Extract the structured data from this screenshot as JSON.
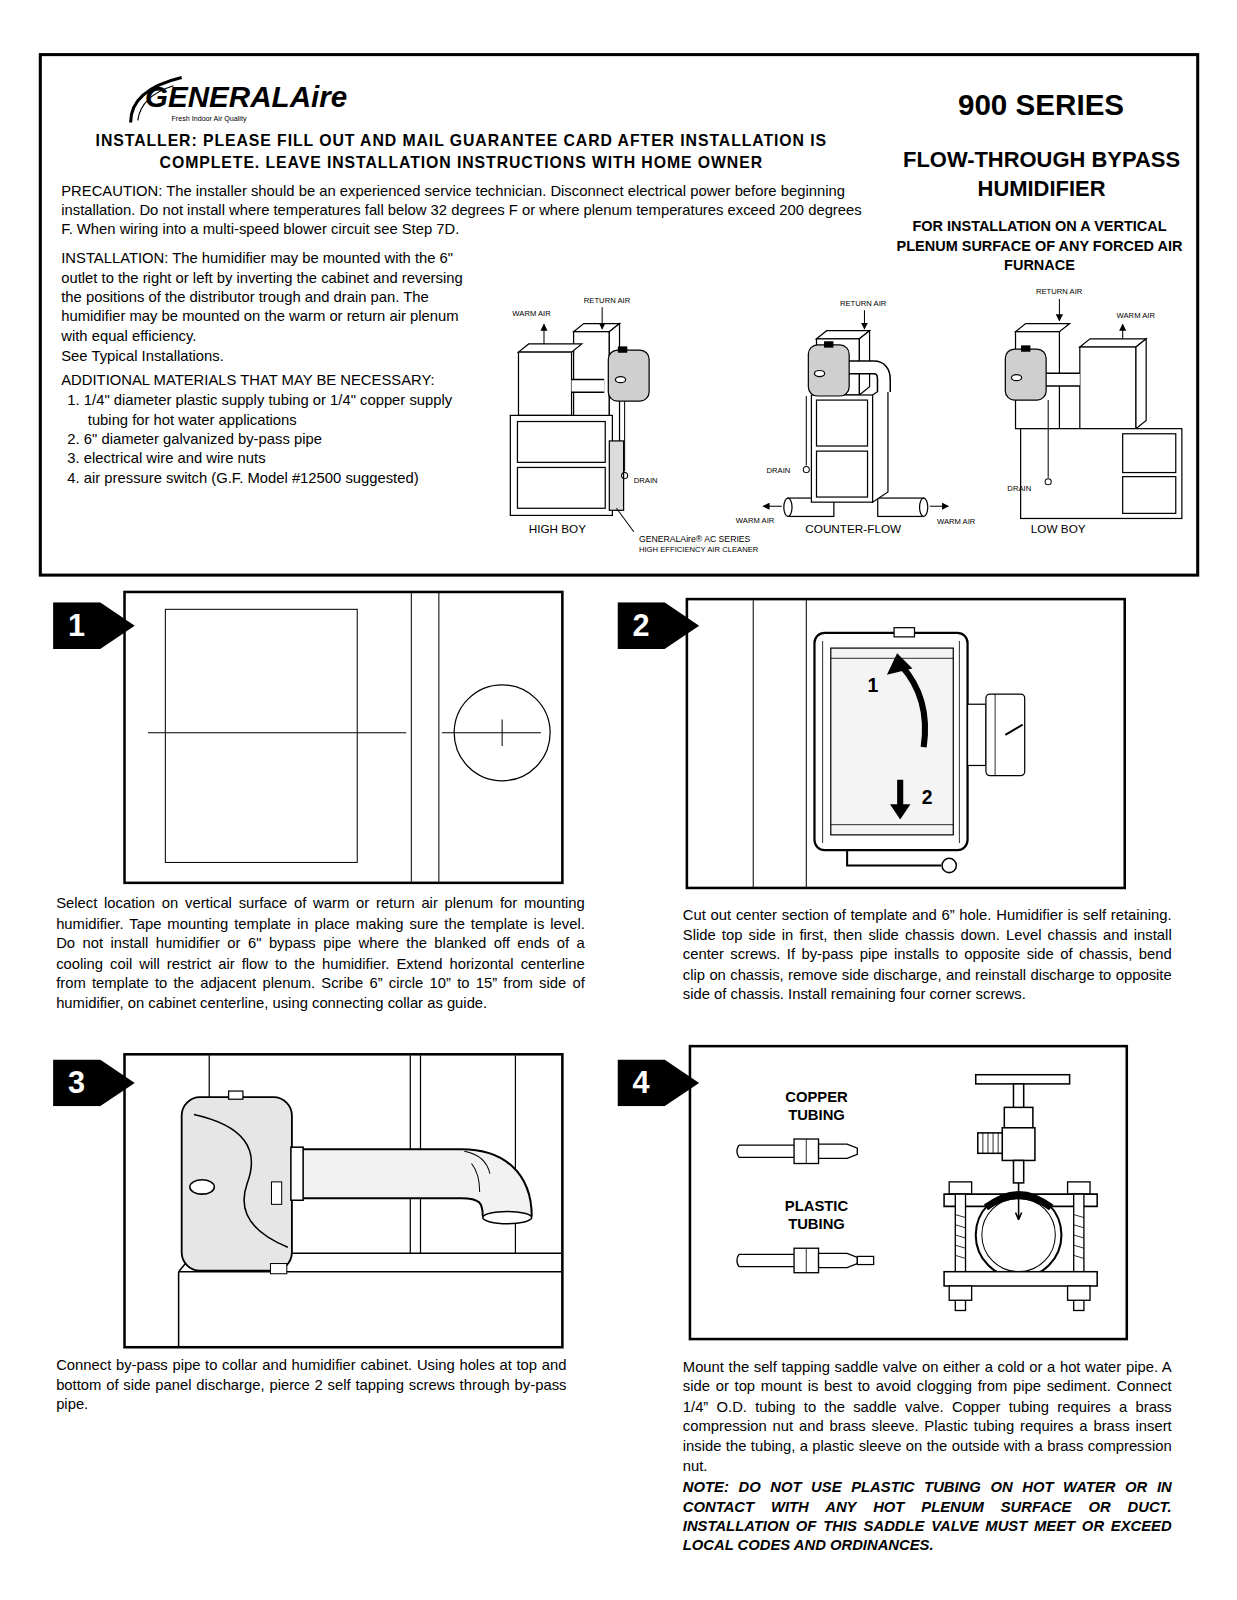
{
  "diagram": {
    "title": "900 SERIES",
    "nodes": [
      {
        "text": [
          "INSTALLER: PLEASE FILL OUT AND MAIL GUARANTEE CARD AFTER INSTALLATION IS COMPLETE. LEAVE INSTALLATION INSTRUCTIONS WITH HOME OWNER",
          "PRECAUTION: The installer should be an experienced service technician. Disconnect electrical power before beginning installation. Do not install where temperatures fall below 32 degrees F or where plenum temperatures exceed 200 degrees F. When wiring into a multi-speed blower circuit see Step 7D.",
          "INSTALLATION: The humidifier may be mounted with the 6\" outlet to the right or left by inverting the cabinet and reversing the positions of the distributor trough and drain pan. The humidifier may be mounted on the warm or return air plenum with equal efficiency.",
          "See Typical Installations.",
          "ADDITIONAL MATERIALS THAT MAY BE NECESSARY:",
          "1. 1/4\" diameter plastic supply tubing or 1/4\" copper supply tubing for hot water applications",
          "2. 6\" diameter galvanized by-pass pipe",
          "3. electrical wire and wire nuts",
          "4. air pressure switch (G.F. Model #12500 suggested)",
          "FLOW-THROUGH BYPASS HUMIDIFIER",
          "FOR INSTALLATION ON A VERTICAL PLENUM SURFACE OF ANY FORCED AIR FURNACE"
        ]
      },
      {
        "text": [
          "1"
        ]
      },
      {
        "text": [
          "2"
        ]
      },
      {
        "text": [
          "3"
        ]
      },
      {
        "text": [
          "4"
        ]
      }
    ],
    "labels": [
      "GENERALAire",
      "Fresh Indoor Air Quality",
      "RETURN AIR",
      "WARM AIR",
      "DRAIN",
      "HIGH BOY",
      "GENERALAire® AC SERIES",
      "HIGH EFFICIENCY AIR CLEANER",
      "RETURN AIR",
      "DRAIN",
      "WARM AIR",
      "WARM AIR",
      "COUNTER-FLOW",
      "RETURN AIR",
      "WARM AIR",
      "DRAIN",
      "LOW BOY",
      "Select location on vertical surface of warm or return air plenum for mounting humidifier. Tape mounting template in place making sure the template is level. Do not install humidifier or 6\" bypass pipe where the blanked off ends of a cooling coil will restrict air flow to the humidifier. Extend horizontal centerline from template to the adjacent plenum. Scribe 6” circle 10” to 15” from side of humidifier, on cabinet centerline, using connecting collar as guide.",
      "1",
      "2",
      "Cut out center section of template and 6” hole. Humidifier is self retaining. Slide top side in first, then slide chassis down. Level chassis and install center screws. If by-pass pipe installs to opposite side of chassis, bend clip on chassis, remove side discharge, and reinstall discharge to opposite side of chassis. Install remaining four corner screws.",
      "Connect by-pass pipe to collar and humidifier cabinet. Using holes at top and bottom of side panel discharge, pierce 2 self tapping screws through by-pass pipe.",
      "COPPER TUBING",
      "PLASTIC TUBING",
      "Mount the self tapping saddle valve on either a cold or a hot water pipe. A side or top mount is best to avoid clogging from pipe sediment. Connect 1/4” O.D. tubing to the saddle valve. Copper tubing requires a brass compression nut and brass sleeve. Plastic tubing requires a brass insert inside the tubing, a plastic sleeve on the outside with a brass compression nut.",
      "NOTE: DO NOT USE PLASTIC TUBING ON HOT WATER OR IN CONTACT WITH ANY HOT PLENUM SURFACE OR DUCT. INSTALLATION OF THIS SADDLE VALVE MUST MEET OR EXCEED LOCAL CODES AND ORDINANCES."
    ]
  }
}
